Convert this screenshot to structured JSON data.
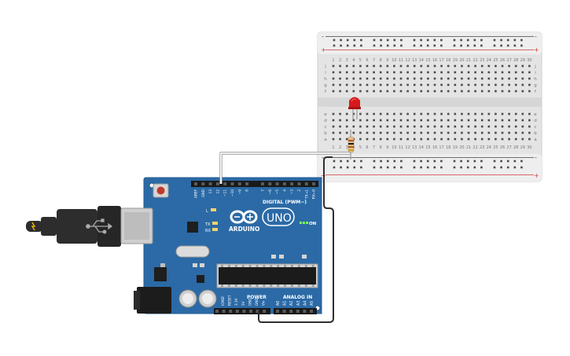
{
  "breadboard": {
    "plus": "+",
    "minus": "-",
    "row_letters_top": [
      "j",
      "i",
      "h",
      "g",
      "f"
    ],
    "row_letters_bottom": [
      "e",
      "d",
      "c",
      "b",
      "a"
    ],
    "column_numbers": [
      "1",
      "2",
      "3",
      "4",
      "5",
      "6",
      "7",
      "8",
      "9",
      "10",
      "11",
      "12",
      "13",
      "14",
      "15",
      "16",
      "17",
      "18",
      "19",
      "20",
      "21",
      "22",
      "23",
      "24",
      "25",
      "26",
      "27",
      "28",
      "29",
      "30"
    ]
  },
  "arduino": {
    "logo_text": "ARDUINO",
    "model_text": "UNO",
    "on_label": "ON",
    "led_l": "L",
    "led_tx": "TX",
    "led_rx": "RX",
    "digital_header": "DIGITAL (PWM~)",
    "digital_pins": [
      "AREF",
      "GND",
      "13",
      "12",
      "~11",
      "~10",
      "~9",
      "8",
      "7",
      "~6",
      "~5",
      "4",
      "~3",
      "2",
      "TX→1",
      "RX←0"
    ],
    "power_header": "POWER",
    "power_pins": [
      "IOREF",
      "RESET",
      "3.3V",
      "5V",
      "GND",
      "GND",
      "Vin"
    ],
    "analog_header": "ANALOG IN",
    "analog_pins": [
      "A0",
      "A1",
      "A2",
      "A3",
      "A4",
      "A5"
    ]
  },
  "colors": {
    "board": "#2b6aa6",
    "breadboard": "#e6e6e6",
    "rail_red": "#d23b3b",
    "led_red": "#d8191c",
    "wire_dark": "#2f2f2f",
    "wire_white": "#f5f5f5",
    "usb_cable": "#2d2d2d"
  }
}
